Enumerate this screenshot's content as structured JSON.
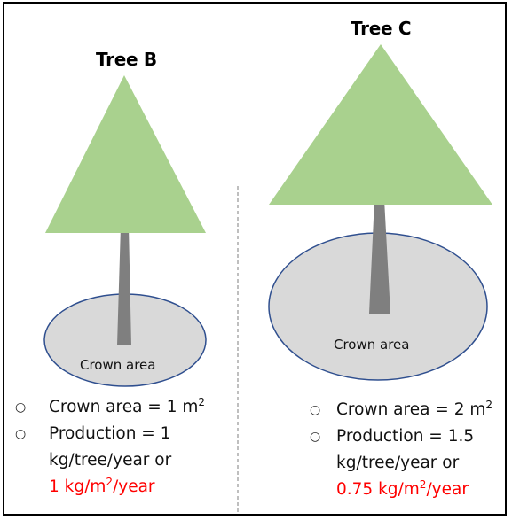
{
  "colors": {
    "foliage": "#a9d18e",
    "trunk": "#7f7f7f",
    "crown_fill": "#d9d9d9",
    "crown_stroke": "#2f4f8f",
    "highlight": "#ff0000",
    "divider": "#7f7f7f"
  },
  "icons": {
    "bullet": "○"
  },
  "tree_b": {
    "title": "Tree B",
    "crown_label": "Crown area",
    "area_prefix": "Crown area = 1 m",
    "area_exp": "2",
    "production_line1": "Production = 1",
    "production_line2": "kg/tree/year or",
    "alt_prefix": "1 kg/m",
    "alt_exp": "2",
    "alt_suffix": "/year"
  },
  "tree_c": {
    "title": "Tree C",
    "crown_label": "Crown area",
    "area_prefix": "Crown area = 2 m",
    "area_exp": "2",
    "production_line1": "Production = 1.5",
    "production_line2": "kg/tree/year or",
    "alt_prefix": "0.75 kg/m",
    "alt_exp": "2",
    "alt_suffix": "/year"
  }
}
